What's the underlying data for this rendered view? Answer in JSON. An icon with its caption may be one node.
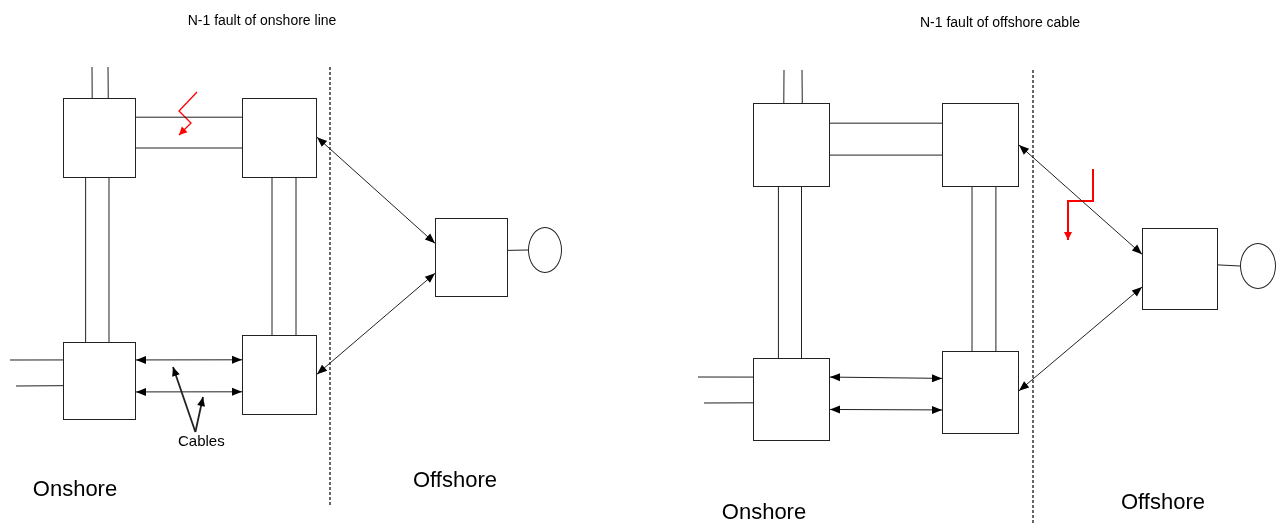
{
  "diagram": {
    "nodes": [
      {
        "text": [],
        "shape": "box"
      },
      {
        "text": [],
        "shape": "box"
      },
      {
        "text": [],
        "shape": "box"
      },
      {
        "text": [],
        "shape": "circle"
      },
      {
        "text": [],
        "shape": "box"
      },
      {
        "text": [],
        "shape": "box"
      },
      {
        "text": [
          "Cables"
        ]
      },
      {
        "text": [],
        "shape": "box"
      },
      {
        "text": [],
        "shape": "box"
      },
      {
        "text": [],
        "shape": "box"
      },
      {
        "text": [],
        "shape": "circle"
      },
      {
        "text": [],
        "shape": "box"
      },
      {
        "text": [],
        "shape": "box"
      }
    ],
    "edges": [
      {
        "from": 0,
        "to": 1,
        "arrow": "none"
      },
      {
        "from": 0,
        "to": 1,
        "arrow": "none"
      },
      {
        "from": 0,
        "to": 4,
        "arrow": "none"
      },
      {
        "from": 0,
        "to": 4,
        "arrow": "none"
      },
      {
        "from": 1,
        "to": 5,
        "arrow": "none"
      },
      {
        "from": 1,
        "to": 5,
        "arrow": "none"
      },
      {
        "from": 4,
        "to": 5,
        "arrow": "both"
      },
      {
        "from": 4,
        "to": 5,
        "arrow": "both"
      },
      {
        "from": 1,
        "to": 2,
        "arrow": "both"
      },
      {
        "from": 5,
        "to": 2,
        "arrow": "both"
      },
      {
        "from": 2,
        "to": 3,
        "arrow": "none"
      },
      {
        "from": 0,
        "to": null,
        "arrow": "none"
      },
      {
        "from": 0,
        "to": null,
        "arrow": "none"
      },
      {
        "from": 4,
        "to": null,
        "arrow": "none"
      },
      {
        "from": 4,
        "to": null,
        "arrow": "none"
      },
      {
        "from": 6,
        "to": null,
        "arrow": "to"
      },
      {
        "from": 6,
        "to": null,
        "arrow": "to"
      },
      {
        "from": 7,
        "to": 8,
        "arrow": "none"
      },
      {
        "from": 7,
        "to": 8,
        "arrow": "none"
      },
      {
        "from": 7,
        "to": 11,
        "arrow": "none"
      },
      {
        "from": 7,
        "to": 11,
        "arrow": "none"
      },
      {
        "from": 8,
        "to": 12,
        "arrow": "none"
      },
      {
        "from": 8,
        "to": 12,
        "arrow": "none"
      },
      {
        "from": 11,
        "to": 12,
        "arrow": "both"
      },
      {
        "from": 11,
        "to": 12,
        "arrow": "both"
      },
      {
        "from": 8,
        "to": 9,
        "arrow": "both"
      },
      {
        "from": 12,
        "to": 9,
        "arrow": "both"
      },
      {
        "from": 9,
        "to": 10,
        "arrow": "none"
      },
      {
        "from": 7,
        "to": null,
        "arrow": "none"
      },
      {
        "from": 7,
        "to": null,
        "arrow": "none"
      },
      {
        "from": 11,
        "to": null,
        "arrow": "none"
      },
      {
        "from": 11,
        "to": null,
        "arrow": "none"
      }
    ],
    "labels": [
      "N-1 fault of onshore line",
      "Onshore",
      "Offshore",
      "N-1 fault of offshore cable",
      "Offshore",
      "Onshore"
    ]
  }
}
